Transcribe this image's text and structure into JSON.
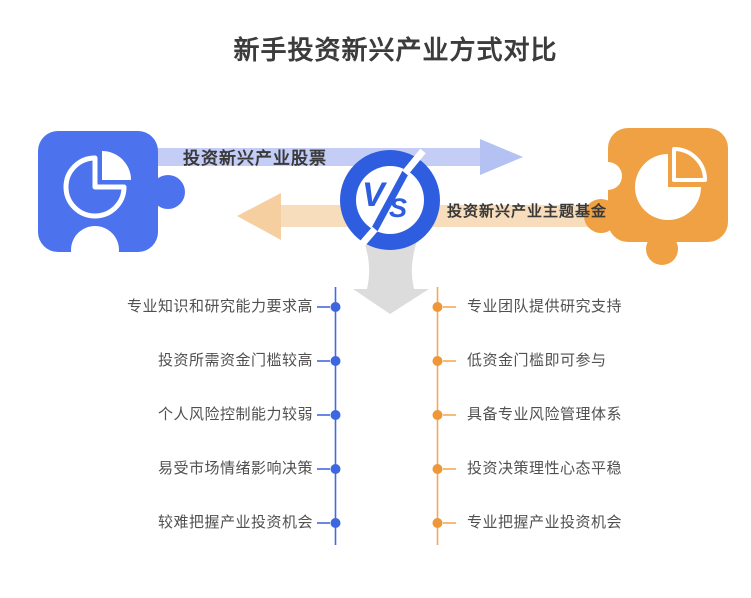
{
  "title": "新手投资新兴产业方式对比",
  "vs_badge": {
    "text_v": "V",
    "text_s": "S"
  },
  "comparison": {
    "left": {
      "method_label": "投资新兴产业股票",
      "items": [
        "专业知识和研究能力要求高",
        "投资所需资金门槛较高",
        "个人风险控制能力较弱",
        "易受市场情绪影响决策",
        "较难把握产业投资机会"
      ],
      "accent_color": "#4D72EE",
      "band_color": "#C3CDF6",
      "icon": "puzzle-piece-pie-outline-icon"
    },
    "right": {
      "method_label": "投资新兴产业主题基金",
      "items": [
        "专业团队提供研究支持",
        "低资金门槛即可参与",
        "具备专业风险管理体系",
        "投资决策理性心态平稳",
        "专业把握产业投资机会"
      ],
      "accent_color": "#F0A144",
      "band_color": "#F8DDBC",
      "icon": "puzzle-piece-pie-filled-icon"
    }
  },
  "colors": {
    "vs_circle_blue": "#2E5EDF",
    "down_arrow_gray": "#DCDCDC",
    "title_text": "#3C3C3C",
    "item_text": "#505050",
    "left_timeline_line": "#4468E2",
    "left_timeline_dot": "#3E66E0",
    "right_timeline_line": "#F5A855",
    "right_timeline_dot": "#EE9638"
  },
  "icons": {
    "center": "vs-lightning-bolt-icon",
    "flow": "down-arrow-icon"
  }
}
